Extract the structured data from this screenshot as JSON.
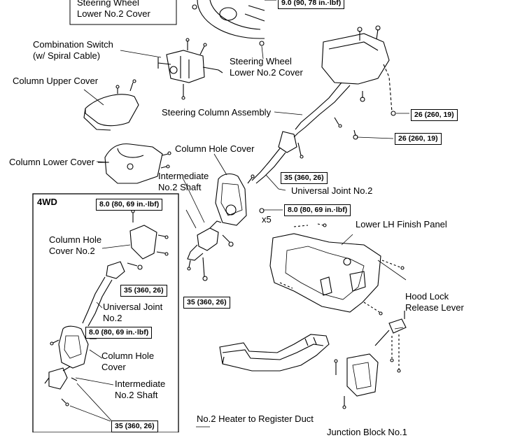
{
  "labels": {
    "steering_wheel_lower_cover_top": "Steering Wheel\nLower No.2 Cover",
    "combination_switch": "Combination Switch\n(w/ Spiral Cable)",
    "steering_wheel_lower_cover": "Steering Wheel\nLower No.2 Cover",
    "column_upper_cover": "Column Upper Cover",
    "steering_column_assembly": "Steering Column Assembly",
    "column_hole_cover": "Column Hole Cover",
    "column_lower_cover": "Column Lower Cover",
    "intermediate_shaft": "Intermediate\nNo.2 Shaft",
    "universal_joint": "Universal Joint No.2",
    "x5": "x5",
    "lower_lh_finish_panel": "Lower LH Finish Panel",
    "hood_lock_release_lever": "Hood Lock\nRelease Lever",
    "heater_duct": "No.2 Heater to Register Duct",
    "junction_block": "Junction Block No.1",
    "fwd_title": "4WD",
    "fwd_column_hole_cover2": "Column Hole\nCover No.2",
    "fwd_universal_joint": "Universal Joint\nNo.2",
    "fwd_column_hole_cover": "Column Hole\nCover",
    "fwd_intermediate_shaft": "Intermediate\nNo.2 Shaft"
  },
  "torques": {
    "t_top": "9.0 (90, 78 in.·lbf)",
    "t_col1": "26 (260, 19)",
    "t_col2": "26 (260, 19)",
    "t_uj": "35 (360, 26)",
    "t_hole": "8.0 (80, 69 in.·lbf)",
    "t_shaft": "35 (360, 26)",
    "fwd_t1": "8.0 (80, 69 in.·lbf)",
    "fwd_t2": "35 (360, 26)",
    "fwd_t3": "8.0 (80, 69 in.·lbf)",
    "fwd_t4": "35 (360, 26)"
  }
}
